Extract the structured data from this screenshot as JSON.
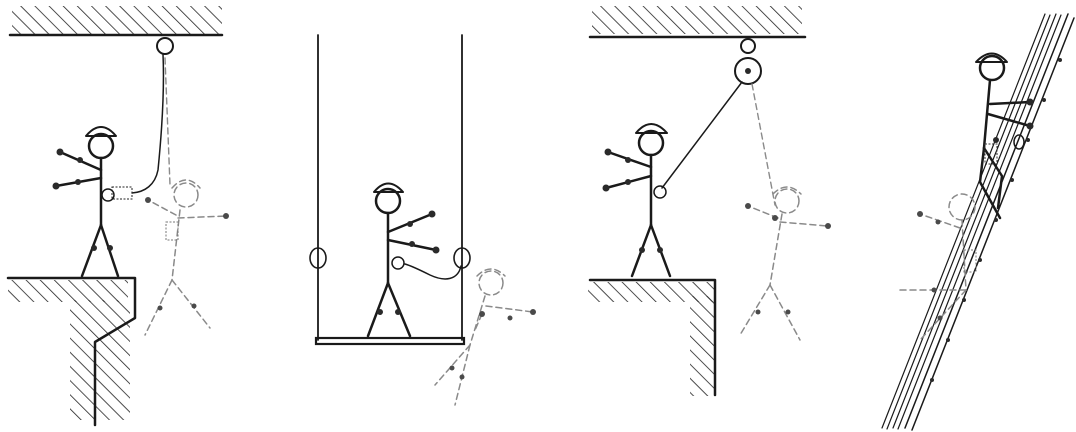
{
  "scenes": [
    {
      "name": "overhead-anchor-ledge"
    },
    {
      "name": "suspended-platform"
    },
    {
      "name": "pulley-anchor-ledge"
    },
    {
      "name": "ladder-climb"
    }
  ],
  "colors": {
    "ink": "#1a1a1a",
    "ghost": "#8a8a8a",
    "background": "#ffffff"
  }
}
